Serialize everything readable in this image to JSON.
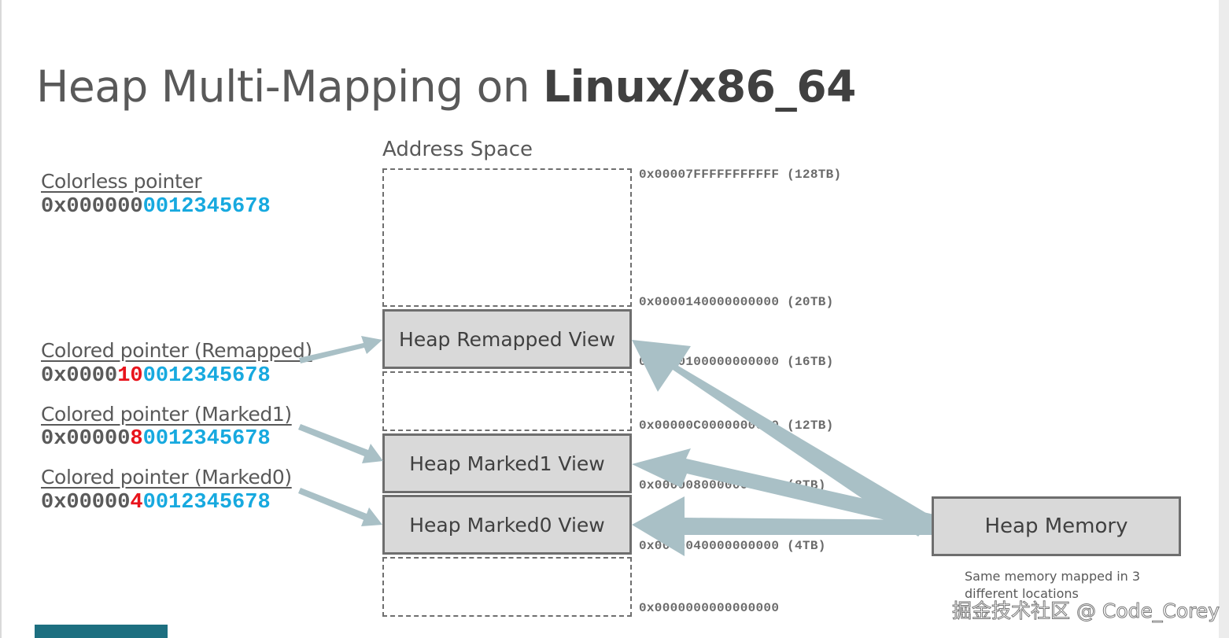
{
  "title": {
    "regular": "Heap Multi-Mapping on ",
    "bold": "Linux/x86_64"
  },
  "address_space_label": "Address Space",
  "pointers": [
    {
      "label": "Colorless pointer",
      "prefix": "0x000000",
      "color_bits": "",
      "suffix": "0012345678"
    },
    {
      "label": "Colored pointer (Remapped)",
      "prefix": "0x0000",
      "color_bits": "10",
      "suffix": "0012345678"
    },
    {
      "label": "Colored pointer (Marked1)",
      "prefix": "0x00000",
      "color_bits": "8",
      "suffix": "0012345678"
    },
    {
      "label": "Colored pointer (Marked0)",
      "prefix": "0x00000",
      "color_bits": "4",
      "suffix": "0012345678"
    }
  ],
  "views": {
    "remapped": "Heap Remapped View",
    "marked1": "Heap Marked1 View",
    "marked0": "Heap Marked0 View"
  },
  "addresses": [
    "0x00007FFFFFFFFFFF (128TB)",
    "0x0000140000000000 (20TB)",
    "0x0000100000000000 (16TB)",
    "0x00000C0000000000 (12TB)",
    "0x0000080000000000 (8TB)",
    "0x0000040000000000 (4TB)",
    "0x0000000000000000"
  ],
  "heap_memory": "Heap Memory",
  "note": "Same memory mapped in 3 different locations",
  "watermark": "掘金技术社区 @ Code_Corey",
  "colors": {
    "grey_text": "#5a5a5a",
    "color_bits": "#e8141c",
    "address_bits": "#17a9df",
    "box_fill": "#d9d9d9",
    "arrow": "#a9c0c6"
  }
}
